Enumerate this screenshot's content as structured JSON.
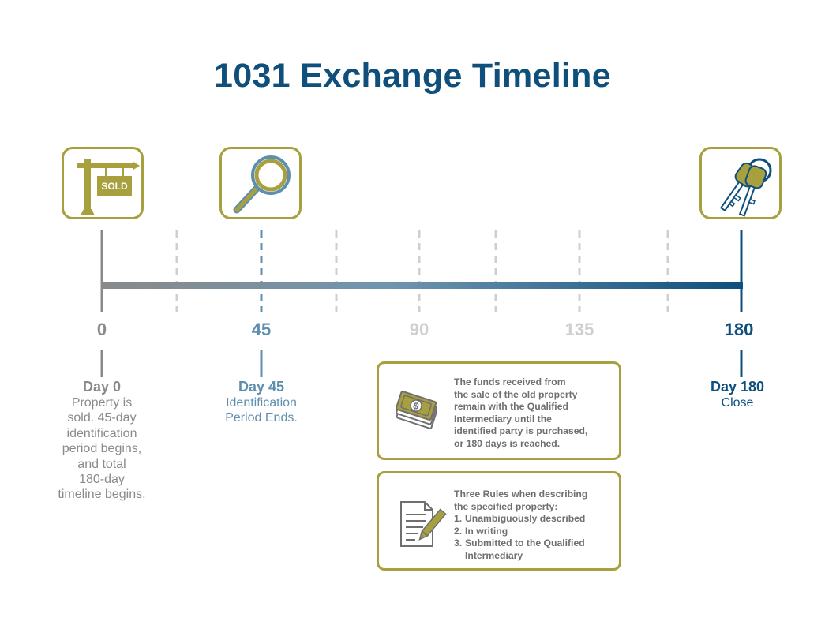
{
  "title": "1031 Exchange Timeline",
  "colors": {
    "navy": "#0f4f7c",
    "steel": "#5f8fae",
    "gray": "#8a8a8a",
    "light_gray": "#cfcfcf",
    "gold": "#a89f3e"
  },
  "icons": {
    "day0": "sold-sign-icon",
    "day45": "magnifying-glass-icon",
    "day180": "keys-icon"
  },
  "sold_sign_text": "SOLD",
  "ticks": [
    {
      "label": "0"
    },
    {
      "label": "45"
    },
    {
      "label": "90"
    },
    {
      "label": "135"
    },
    {
      "label": "180"
    }
  ],
  "milestones": {
    "day0": {
      "title": "Day 0",
      "lines": [
        "Property is",
        "sold. 45-day",
        "identification",
        "period begins,",
        "and total",
        "180-day",
        "timeline begins."
      ]
    },
    "day45": {
      "title": "Day 45",
      "lines": [
        "Identification",
        "Period Ends."
      ]
    },
    "day180": {
      "title": "Day 180",
      "lines": [
        "Close"
      ]
    }
  },
  "info_boxes": {
    "funds": {
      "icon": "money-stack-icon",
      "lines": [
        "The funds received from",
        "the sale of the old property",
        "remain with the Qualified",
        "Intermediary until the",
        "identified party is purchased,",
        "or 180 days is reached."
      ]
    },
    "rules": {
      "icon": "document-pen-icon",
      "intro": [
        "Three Rules when describing",
        "the specified property:"
      ],
      "items": [
        {
          "num": "1.",
          "text": "Unambiguously described"
        },
        {
          "num": "2.",
          "text": "In writing"
        },
        {
          "num": "3.",
          "text": "Submitted to the Qualified"
        }
      ],
      "continuation": "Intermediary"
    }
  }
}
